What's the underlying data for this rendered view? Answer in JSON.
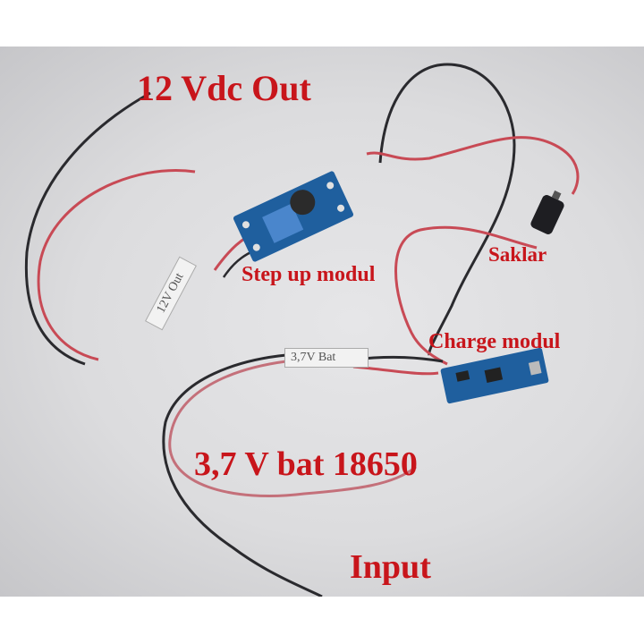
{
  "labels": {
    "output": "12 Vdc Out",
    "step_up": "Step up modul",
    "switch": "Saklar",
    "charge": "Charge modul",
    "battery": "3,7 V bat 18650",
    "input": "Input"
  },
  "wire_tags": {
    "output_tag": "12V Out",
    "battery_tag": "3,7V Bat"
  },
  "colors": {
    "label_red": "#c8151b",
    "board_blue": "#1f5f9e",
    "wire_red": "#c84a55",
    "wire_black": "#2a2a2e",
    "background": "#dcdcde"
  }
}
